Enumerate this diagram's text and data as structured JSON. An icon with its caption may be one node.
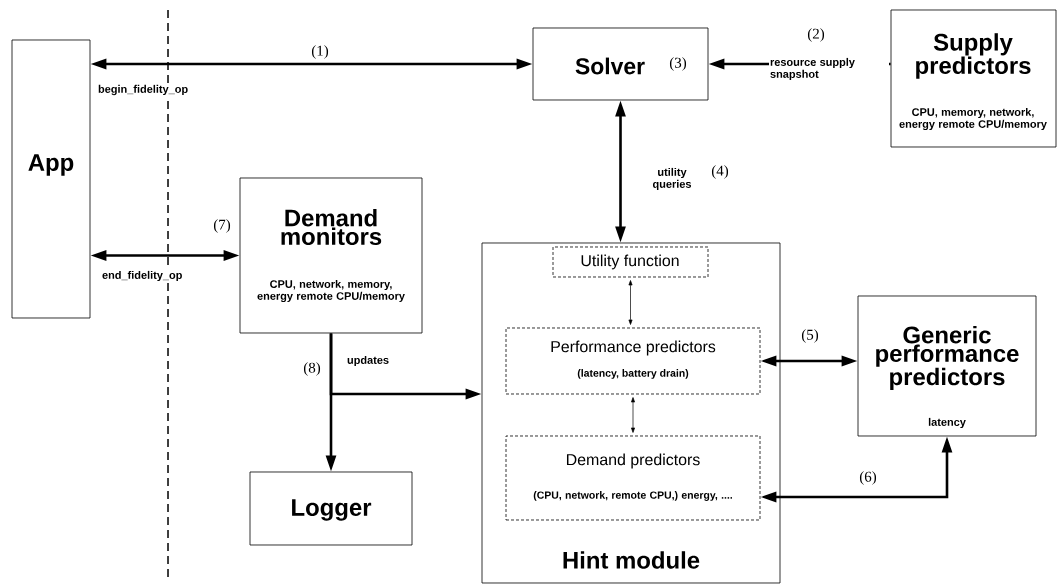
{
  "diagram": {
    "nodes": [
      {
        "text": [
          "App"
        ]
      },
      {
        "text": [
          "Solver",
          "(3)"
        ]
      },
      {
        "text": [
          "Supply predictors",
          "CPU, memory, network, energy remote CPU/memory"
        ]
      },
      {
        "text": [
          "Demand monitors",
          "CPU, network, memory, energy remote CPU/memory"
        ]
      },
      {
        "text": [
          "Hint module"
        ]
      },
      {
        "text": [
          "Utility function"
        ],
        "in": 4
      },
      {
        "text": [
          "Performance predictors",
          "(latency, battery drain)"
        ],
        "in": 4
      },
      {
        "text": [
          "Demand predictors",
          "(CPU, network, remote CPU,) energy, ...."
        ],
        "in": 4
      },
      {
        "text": [
          "Generic performance predictors",
          "latency"
        ]
      },
      {
        "text": [
          "Logger"
        ]
      }
    ],
    "edges": [
      {
        "from": 0,
        "to": 1,
        "arrow": "both",
        "label": "(1)"
      },
      {
        "from": 2,
        "to": 1,
        "arrow": "to",
        "label": "(2)"
      },
      {
        "from": 1,
        "to": 4,
        "arrow": "both",
        "label": "utility queries"
      },
      {
        "from": 6,
        "to": 8,
        "arrow": "both",
        "label": "(5)"
      },
      {
        "from": 8,
        "to": 7,
        "arrow": "both",
        "label": "(6)"
      },
      {
        "from": 0,
        "to": 3,
        "arrow": "both",
        "label": "(7)"
      },
      {
        "from": 3,
        "to": 9,
        "arrow": "to",
        "label": "(8)"
      },
      {
        "from": 3,
        "to": 4,
        "arrow": "to",
        "label": "updates"
      },
      {
        "from": 5,
        "to": 6,
        "arrow": "both"
      },
      {
        "from": 6,
        "to": 7,
        "arrow": "both"
      }
    ],
    "labels": [
      "begin_fidelity_op",
      "resource supply snapshot",
      "(4)",
      "end_fidelity_op"
    ]
  }
}
